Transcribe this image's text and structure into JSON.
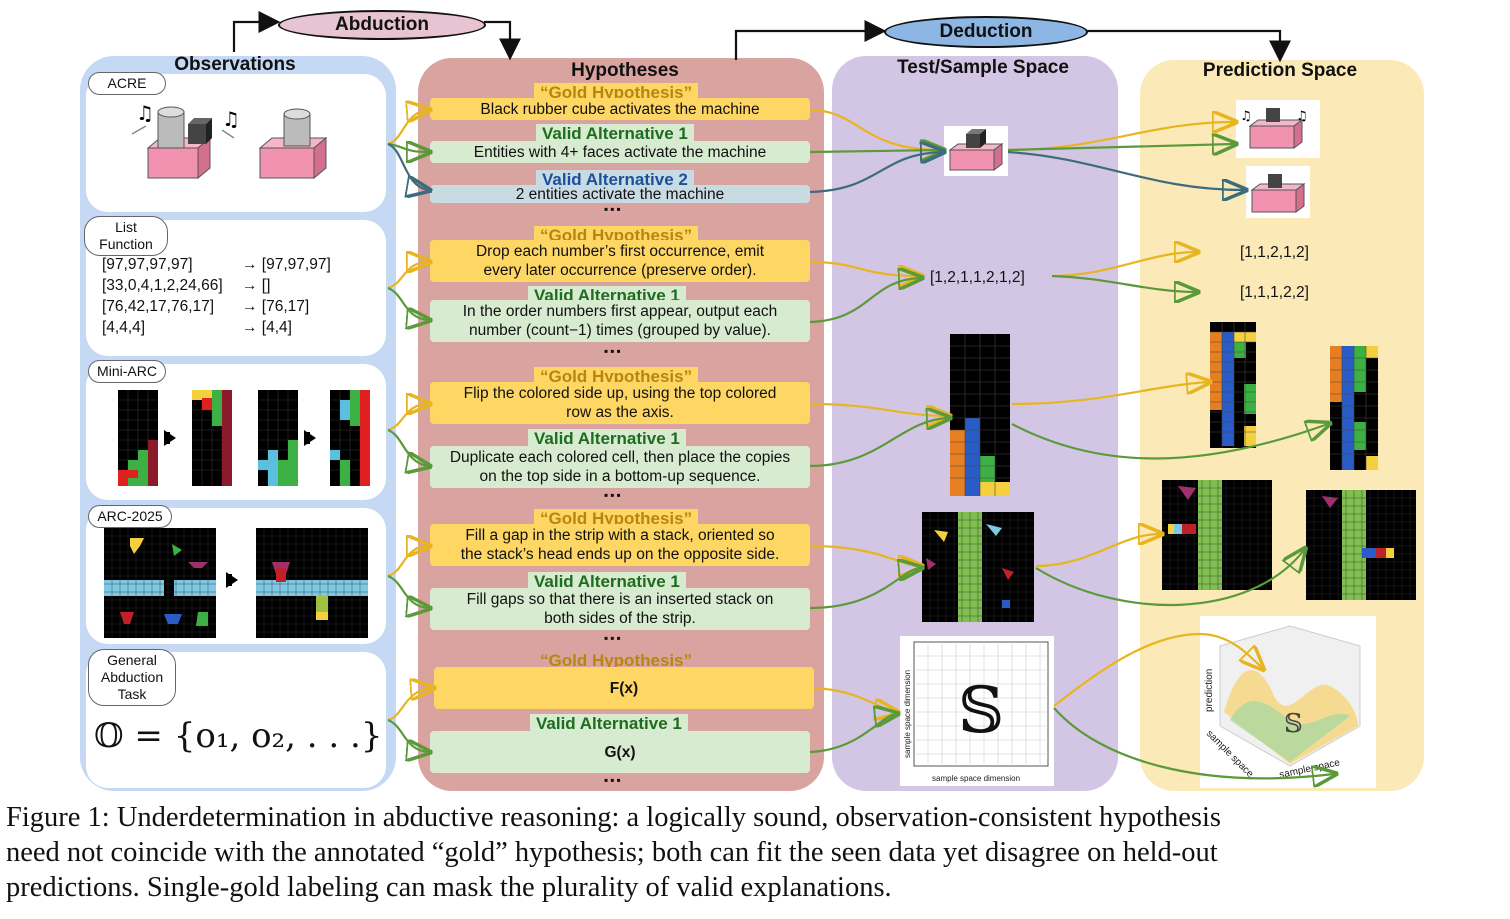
{
  "header": {
    "abduction": "Abduction",
    "deduction": "Deduction"
  },
  "columns": {
    "observations": "Observations",
    "hypotheses": "Hypotheses",
    "test_space": "Test/Sample Space",
    "prediction_space": "Prediction Space"
  },
  "tasks": {
    "acre": "ACRE",
    "list_function_1": "List",
    "list_function_2": "Function",
    "mini_arc": "Mini-ARC",
    "arc_2025": "ARC-2025",
    "general_1": "General",
    "general_2": "Abduction",
    "general_3": "Task"
  },
  "list_function": {
    "rows": [
      {
        "input": "[97,97,97,97]",
        "output": "→ [97,97,97]"
      },
      {
        "input": "[33,0,4,1,2,24,66]",
        "output": "→ []"
      },
      {
        "input": "[76,42,17,76,17]",
        "output": "→ [76,17]"
      },
      {
        "input": "[4,4,4]",
        "output": "→ [4,4]"
      }
    ]
  },
  "general_formula": "𝕆 = {o₁, o₂, . . .}",
  "labels": {
    "gold": "“Gold Hypothesis”",
    "alt1": "Valid Alternative 1",
    "alt2": "Valid Alternative 2",
    "ellipsis": "▪▪▪"
  },
  "hypotheses": {
    "acre": {
      "gold": "Black rubber cube activates the machine",
      "alt1": "Entities with 4+ faces activate the machine",
      "alt2": "2 entities activate the machine"
    },
    "list": {
      "gold_1": "Drop each number’s first occurrence, emit",
      "gold_2": "every later occurrence (preserve order).",
      "alt1_1": "In the order numbers first appear, output each",
      "alt1_2": "number (count−1) times (grouped by value)."
    },
    "miniarc": {
      "gold_1": "Flip the colored side up, using the top colored",
      "gold_2": "row as the axis.",
      "alt1_1": "Duplicate each colored cell, then place the copies",
      "alt1_2": "on the top side in a bottom-up sequence."
    },
    "arc": {
      "gold_1": "Fill a gap in the strip with a stack, oriented so",
      "gold_2": "the stack’s head ends up on the opposite side.",
      "alt1_1": "Fill gaps so that there is an inserted stack on",
      "alt1_2": "both sides of the strip."
    },
    "general": {
      "gold": "F(x)",
      "alt1": "G(x)"
    }
  },
  "test_space": {
    "list_input": "[1,2,1,1,2,1,2]",
    "plot_xlabel": "sample space dimension",
    "plot_ylabel": "sample space dimension"
  },
  "prediction_space": {
    "list_gold": "[1,1,2,1,2]",
    "list_alt": "[1,1,1,2,2]",
    "surface_zlabel": "prediction",
    "surface_xlabel": "sample space",
    "surface_ylabel": "sample space"
  },
  "caption": {
    "line1": "Figure 1:  Underdetermination in abductive reasoning: a logically sound, observation-consistent hypothesis",
    "line2": "need not coincide with the annotated “gold” hypothesis; both can fit the seen data yet disagree on held-out",
    "line3": "predictions. Single-gold labeling can mask the plurality of valid explanations."
  },
  "colors": {
    "gold": "#e8b520",
    "green": "#5a9a3a",
    "blue": "#3d6d7d",
    "obs_bg": "#c5d8f4",
    "hyp_bg": "#d9a39f",
    "test_bg": "#d3c6e4",
    "pred_bg": "#fbeab7"
  }
}
